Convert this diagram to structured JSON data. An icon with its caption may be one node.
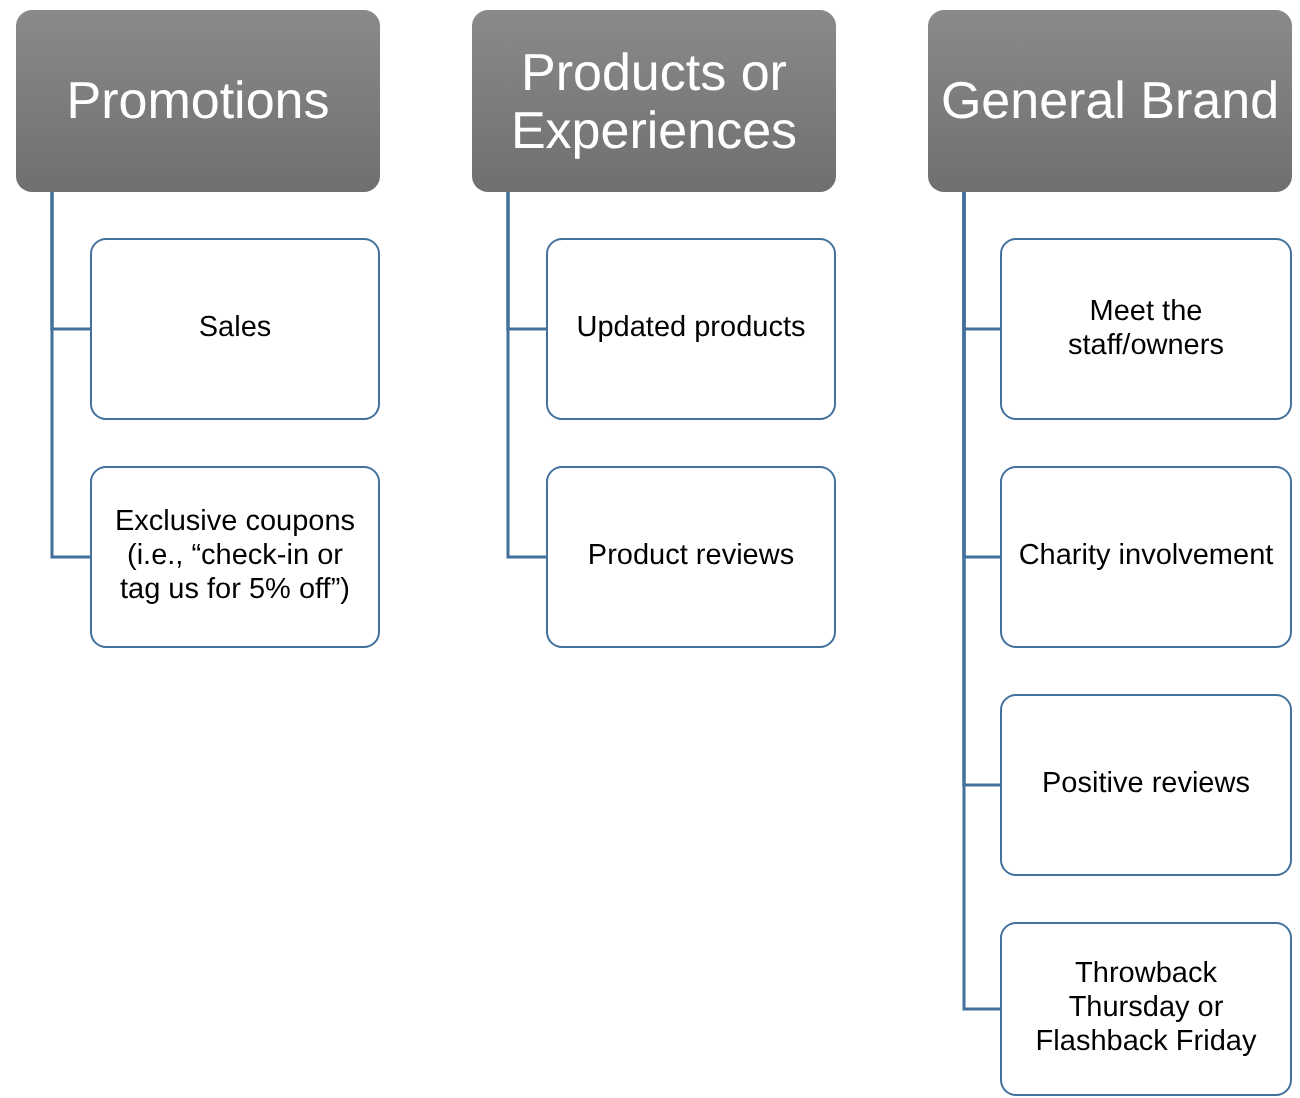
{
  "diagram": {
    "nodes": [
      {
        "text": [
          "Promotions"
        ]
      },
      {
        "text": [
          "Sales"
        ]
      },
      {
        "text": [
          "Exclusive coupons (i.e., “check-in or tag us for 5% off”)"
        ]
      },
      {
        "text": [
          "Products or Experiences"
        ]
      },
      {
        "text": [
          "Updated products"
        ]
      },
      {
        "text": [
          "Product reviews"
        ]
      },
      {
        "text": [
          "General Brand"
        ]
      },
      {
        "text": [
          "Meet the staff/owners"
        ]
      },
      {
        "text": [
          "Charity involvement"
        ]
      },
      {
        "text": [
          "Positive reviews"
        ]
      },
      {
        "text": [
          "Throwback Thursday or Flashback Friday"
        ]
      }
    ],
    "edges": [
      {
        "from": 0,
        "to": 1,
        "arrow": "none"
      },
      {
        "from": 0,
        "to": 2,
        "arrow": "none"
      },
      {
        "from": 3,
        "to": 4,
        "arrow": "none"
      },
      {
        "from": 3,
        "to": 5,
        "arrow": "none"
      },
      {
        "from": 6,
        "to": 7,
        "arrow": "none"
      },
      {
        "from": 6,
        "to": 8,
        "arrow": "none"
      },
      {
        "from": 6,
        "to": 9,
        "arrow": "none"
      },
      {
        "from": 6,
        "to": 10,
        "arrow": "none"
      }
    ]
  }
}
